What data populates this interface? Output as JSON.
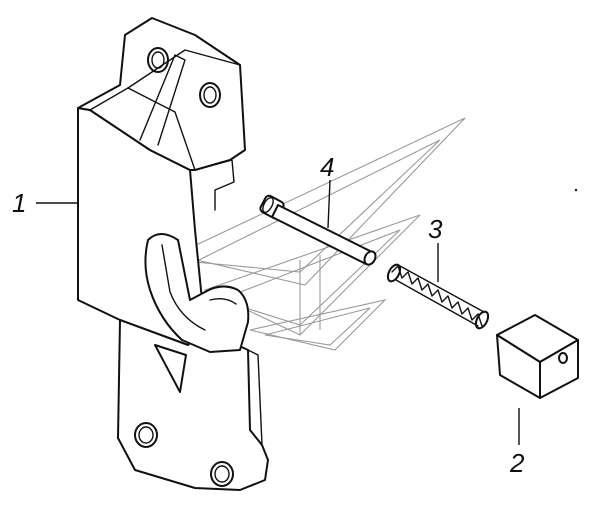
{
  "callouts": {
    "one": "1",
    "two": "2",
    "three": "3",
    "four": "4"
  },
  "colors": {
    "ink": "#111111",
    "watermark": "#9a9a9a",
    "background": "#ffffff"
  }
}
